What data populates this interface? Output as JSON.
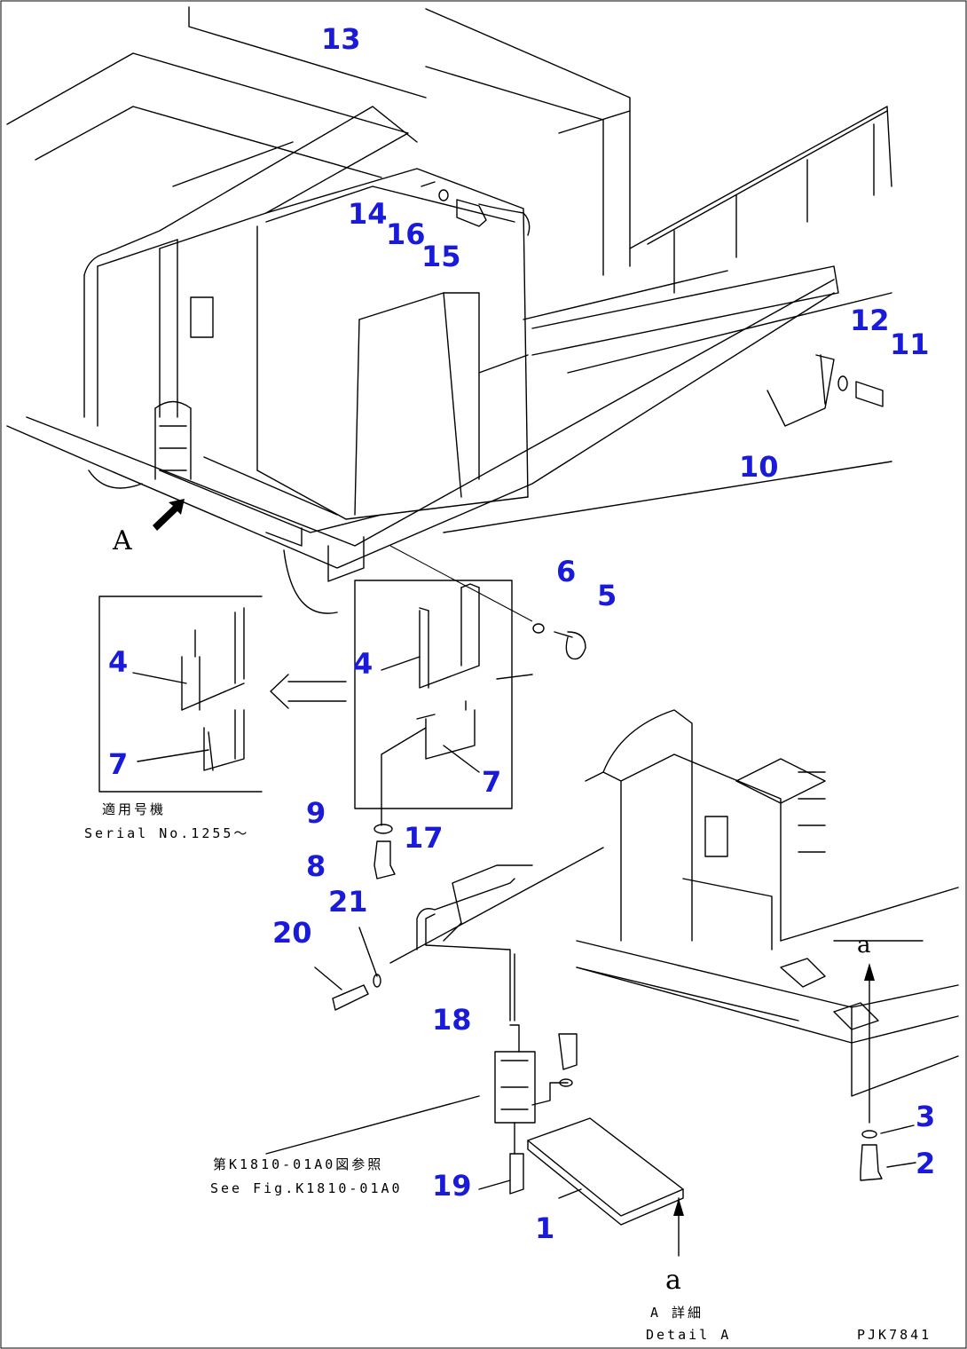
{
  "callouts": {
    "c1": "1",
    "c2": "2",
    "c3": "3",
    "c4a": "4",
    "c4b": "4",
    "c5": "5",
    "c6": "6",
    "c7a": "7",
    "c7b": "7",
    "c8": "8",
    "c9": "9",
    "c10": "10",
    "c11": "11",
    "c12": "12",
    "c13": "13",
    "c14": "14",
    "c15": "15",
    "c16": "16",
    "c17": "17",
    "c18": "18",
    "c19": "19",
    "c20": "20",
    "c21": "21"
  },
  "view_marker": "A",
  "section_markers": {
    "top": "a",
    "bottom": "a"
  },
  "serial_note": {
    "jp": "適用号機",
    "en": "Serial No.1255～"
  },
  "reference_note": {
    "jp": "第K1810-01A0図参照",
    "en": "See Fig.K1810-01A0"
  },
  "detail_label": {
    "jp": "A 詳細",
    "en": "Detail A"
  },
  "drawing_code": "PJK7841",
  "callout_color": "#1a1adb"
}
